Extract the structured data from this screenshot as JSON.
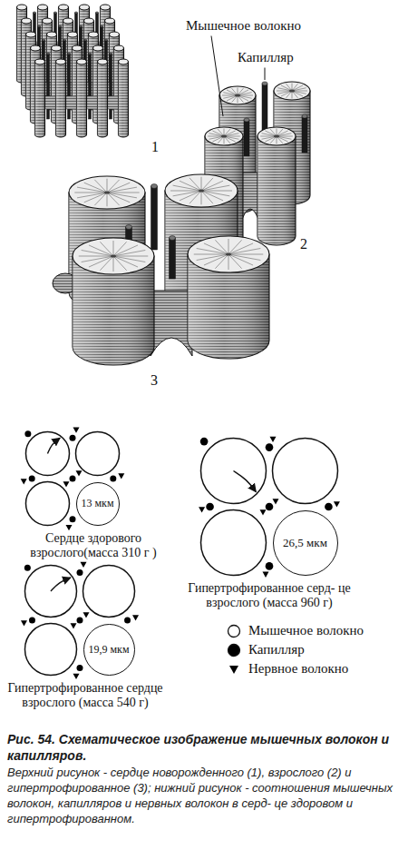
{
  "diagram": {
    "title": "Рис. 54. Схематическое изображение мышечных волокон и капилляров.",
    "caption": "Верхний рисунок - сердце новорожденного (1), взрослого (2) и гипертрофированное (3); нижний рисунок - соотношения мышечных волокон, капилляров и нервных волокон в серд- це здоровом и гипертрофированном.",
    "nodes": [
      {
        "text": [
          "13 мкм"
        ]
      },
      {
        "text": [
          "26,5 мкм"
        ]
      },
      {
        "text": [
          "19,9 мкм"
        ]
      }
    ],
    "labels": [
      "Мышечное волокно",
      "Капилляр",
      "1",
      "2",
      "3",
      "Сердце здорового взрослого(масса 310 г )",
      "Гипертрофированное серд- це взрослого (масса 960 г)",
      "Гипертрофированное сердце взрослого (масса 540 г)"
    ],
    "legend": [
      {
        "text": "Мышечное волокно",
        "color": "#ffffff"
      },
      {
        "text": "Капилляр",
        "color": "#000000"
      },
      {
        "text": "Нервное волокно"
      }
    ]
  }
}
